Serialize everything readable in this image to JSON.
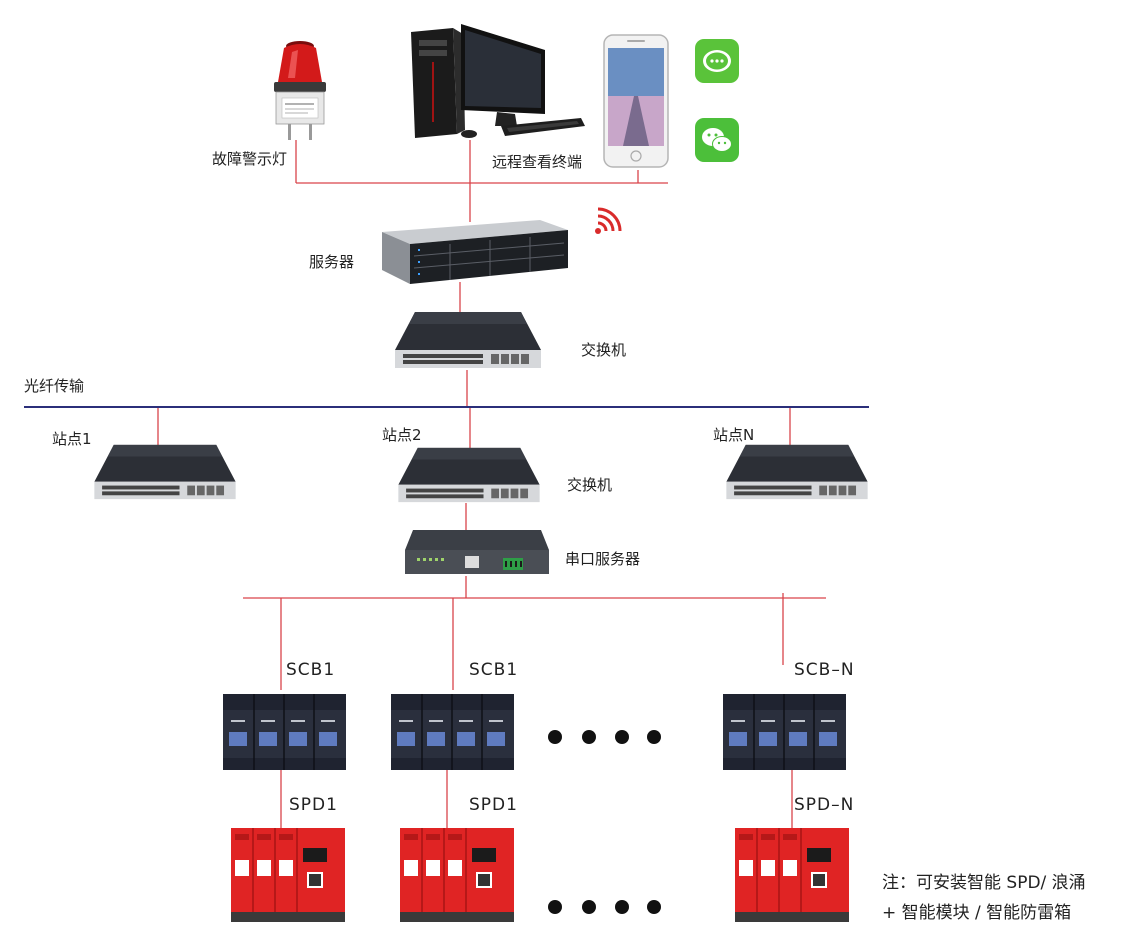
{
  "colors": {
    "wire": "#d9444a",
    "backbone": "#2b2f7a",
    "spd_red": "#e02424",
    "scb_dark": "#1f2330",
    "switch_dark": "#2c2f36"
  },
  "top": {
    "alarm_label": "故障警示灯",
    "terminal_label": "远程查看终端",
    "wechat_green_icon": "message-icon",
    "wechat_icon": "wechat-icon",
    "wifi_icon": "wireless-signal-icon"
  },
  "core": {
    "server_label": "服务器",
    "switch_label": "交换机",
    "fiber_label": "光纤传输"
  },
  "stations": {
    "station1_label": "站点1",
    "station2_label": "站点2",
    "stationN_label": "站点N",
    "switch_label": "交换机",
    "serial_server_label": "串口服务器"
  },
  "branches": {
    "scb1_label": "SCB1",
    "scb2_label": "SCB1",
    "scbN_label": "SCB–N",
    "spd1_label": "SPD1",
    "spd2_label": "SPD1",
    "spdN_label": "SPD–N"
  },
  "note": {
    "line1": "注：可安装智能 SPD/ 浪涌",
    "line2": "+ 智能模块 / 智能防雷箱"
  }
}
